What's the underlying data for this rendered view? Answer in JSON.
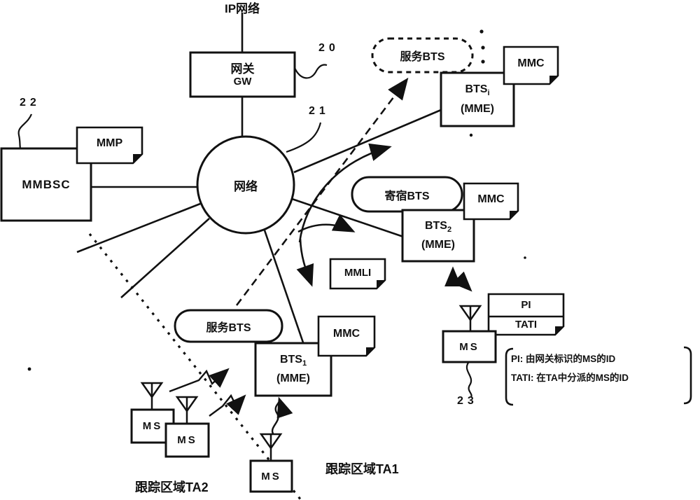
{
  "title_labels": {
    "ip_network": "IP网络",
    "gateway_cn": "网关",
    "gateway_en": "GW",
    "network": "网络"
  },
  "refs": {
    "gateway": "20",
    "network": "21",
    "mmbsc": "22",
    "ms": "23"
  },
  "nodes": {
    "mmbsc": "MMBSC",
    "ms": "MS",
    "bts_base": "BTS",
    "bts_sub_i": "i",
    "bts_sub_2": "2",
    "bts_sub_1": "1",
    "mme": "(MME)"
  },
  "notes": {
    "mmp": "MMP",
    "mmc": "MMC",
    "mmli": "MMLI",
    "pi": "PI",
    "tati": "TATI"
  },
  "ovals": {
    "serving_bts_new": "服务BTS",
    "anchor_bts": "寄宿BTS",
    "serving_bts": "服务BTS"
  },
  "areas": {
    "ta1": "跟踪区域TA1",
    "ta2": "跟踪区域TA2"
  },
  "legend": {
    "line1": "PI: 由网关标识的MS的ID",
    "line2": "TATI: 在TA中分派的MS的ID"
  },
  "colors": {
    "ink": "#111111",
    "paper": "#ffffff"
  }
}
